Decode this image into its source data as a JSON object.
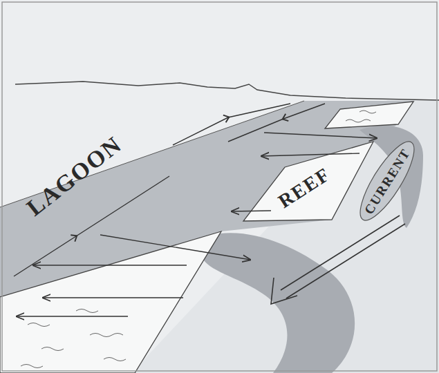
{
  "diagram": {
    "labels": [
      "LAGOON",
      "REEF",
      "CURRENT"
    ]
  }
}
